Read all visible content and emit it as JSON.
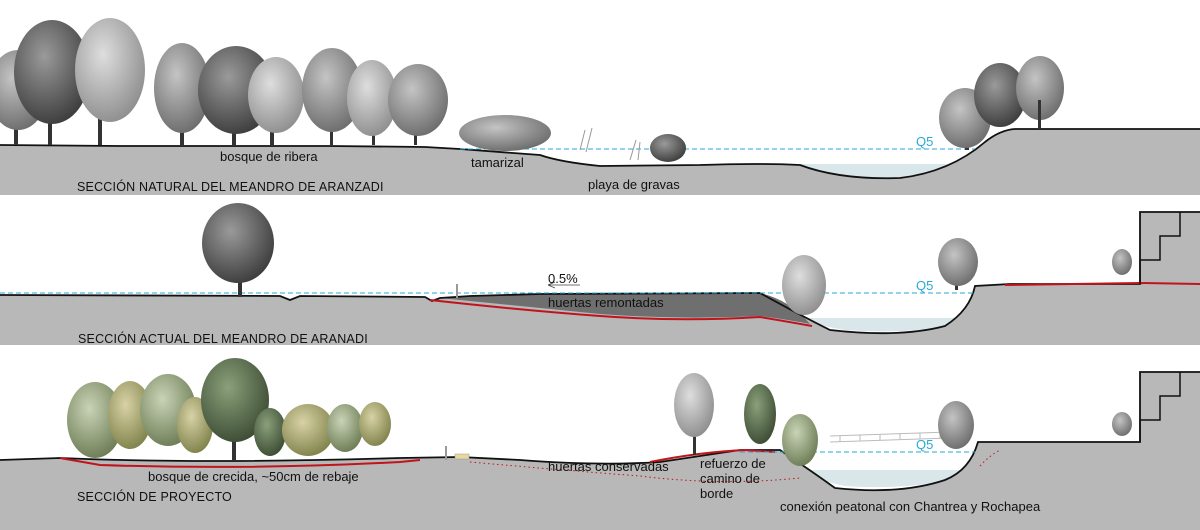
{
  "sections": [
    {
      "title": "SECCIÓN NATURAL DEL MEANDRO DE ARANZADI",
      "labels": {
        "forest": "bosque de ribera",
        "tamarisk": "tamarizal",
        "gravel": "playa de gravas",
        "flood": "Q5"
      }
    },
    {
      "title": "SECCIÓN ACTUAL DEL MEANDRO DE ARANADI",
      "labels": {
        "slope": "0.5%",
        "orchards": "huertas remontadas",
        "flood": "Q5"
      }
    },
    {
      "title": "SECCIÓN DE PROYECTO",
      "labels": {
        "floodForest": "bosque de crecida, ~50cm de rebaje",
        "orchards": "huertas conservadas",
        "reinforce1": "refuerzo de",
        "reinforce2": "camino de",
        "reinforce3": "borde",
        "connection": "conexión peatonal con Chantrea y Rochapea",
        "flood": "Q5"
      }
    }
  ],
  "colors": {
    "ground": "#b8b8b8",
    "groundLine": "#111111",
    "water": "#d9e6ea",
    "floodLine": "#29a9d6",
    "redLine": "#c0141c",
    "orchardFill": "#6f6f6f"
  }
}
